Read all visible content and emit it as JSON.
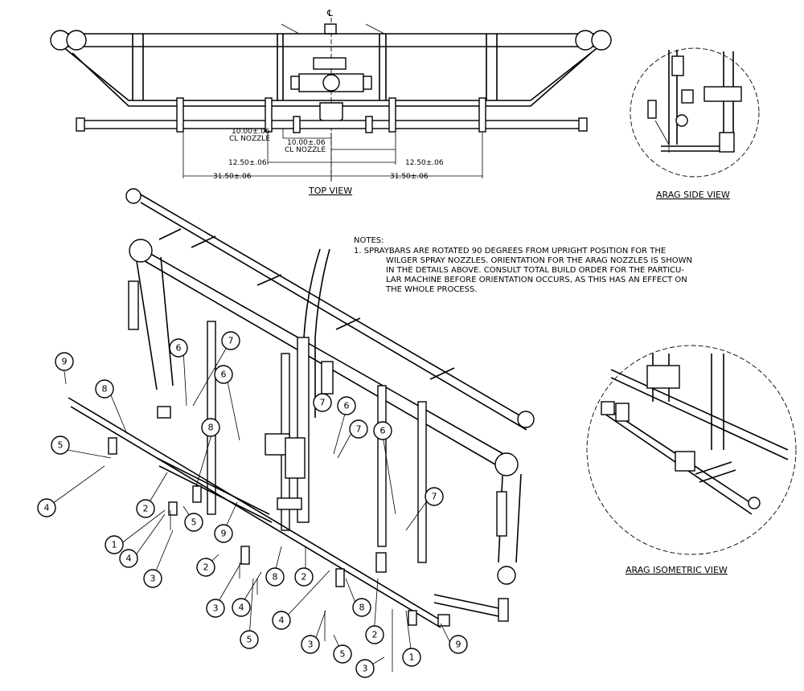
{
  "top_view": {
    "title": "TOP VIEW",
    "centerline": "℄",
    "dims": {
      "d1": "10.00±.06",
      "d1_sub": "CL NOZZLE",
      "d2": "10.00±.06",
      "d2_sub": "CL NOZZLE",
      "d3_left": "12.50±.06",
      "d3_right": "12.50±.06",
      "d4_left": "31.50±.06",
      "d4_right": "31.50±.06"
    }
  },
  "side_view": {
    "title": "ARAG SIDE VIEW"
  },
  "iso_view": {
    "title": "ARAG ISOMETRIC VIEW"
  },
  "notes": {
    "heading": "NOTES:",
    "lines": [
      "1.   SPRAYBARS ARE ROTATED 90 DEGREES FROM UPRIGHT POSITION FOR THE",
      "WILGER SPRAY NOZZLES.  ORIENTATION FOR THE ARAG NOZZLES IS SHOWN",
      "IN THE DETAILS ABOVE.  CONSULT TOTAL BUILD ORDER FOR THE PARTICU-",
      "LAR MACHINE BEFORE ORIENTATION OCCURS, AS THIS HAS AN EFFECT ON",
      "THE WHOLE PROCESS."
    ]
  },
  "callouts": [
    {
      "n": "9"
    },
    {
      "n": "8"
    },
    {
      "n": "6"
    },
    {
      "n": "7"
    },
    {
      "n": "6"
    },
    {
      "n": "7"
    },
    {
      "n": "6"
    },
    {
      "n": "7"
    },
    {
      "n": "6"
    },
    {
      "n": "7"
    },
    {
      "n": "5"
    },
    {
      "n": "4"
    },
    {
      "n": "8"
    },
    {
      "n": "2"
    },
    {
      "n": "5"
    },
    {
      "n": "1"
    },
    {
      "n": "4"
    },
    {
      "n": "9"
    },
    {
      "n": "2"
    },
    {
      "n": "3"
    },
    {
      "n": "8"
    },
    {
      "n": "2"
    },
    {
      "n": "3"
    },
    {
      "n": "4"
    },
    {
      "n": "8"
    },
    {
      "n": "4"
    },
    {
      "n": "5"
    },
    {
      "n": "3"
    },
    {
      "n": "2"
    },
    {
      "n": "5"
    },
    {
      "n": "1"
    },
    {
      "n": "3"
    },
    {
      "n": "9"
    }
  ]
}
